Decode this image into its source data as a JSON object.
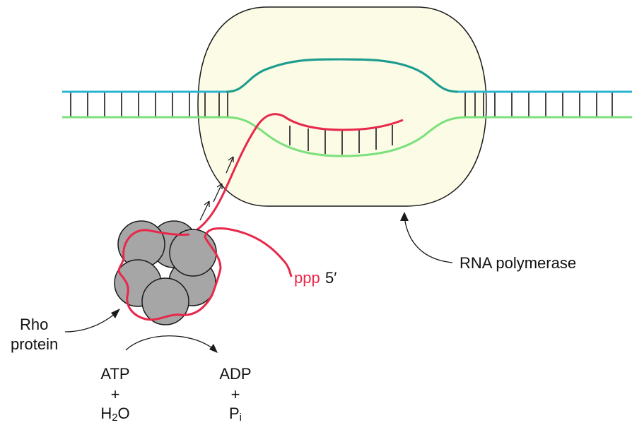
{
  "colors": {
    "dna_template": "#7ce07c",
    "dna_coding": "#2ab4d0",
    "dna_coding_bubble": "#1e9c8c",
    "rna": "#e8284a",
    "polymerase_fill": "#fbfbe6",
    "rho_subunit": "#a6a6a6",
    "outline": "#1a1a1a"
  },
  "labels": {
    "rho": "Rho",
    "protein": "protein",
    "rna_polymerase": "RNA polymerase",
    "ppp": "ppp",
    "five_prime": "5′",
    "atp": "ATP",
    "plus": "+",
    "h2o_h": "H",
    "h2o_sub": "2",
    "h2o_o": "O",
    "adp": "ADP",
    "pi_p": "P",
    "pi_sub": "i"
  }
}
